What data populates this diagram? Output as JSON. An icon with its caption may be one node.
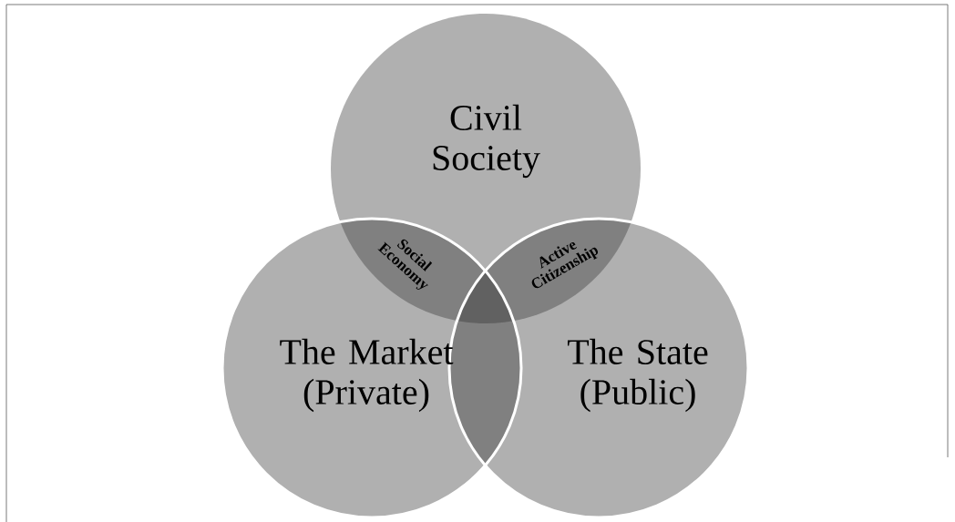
{
  "diagram": {
    "nodes": [
      {
        "text": [
          "Civil Society"
        ]
      },
      {
        "text": [
          "The Market (Private)"
        ]
      },
      {
        "text": [
          "The State (Public)"
        ]
      },
      {
        "text": [
          "Social Economy"
        ]
      },
      {
        "text": [
          "Active Citizenship"
        ]
      }
    ]
  }
}
